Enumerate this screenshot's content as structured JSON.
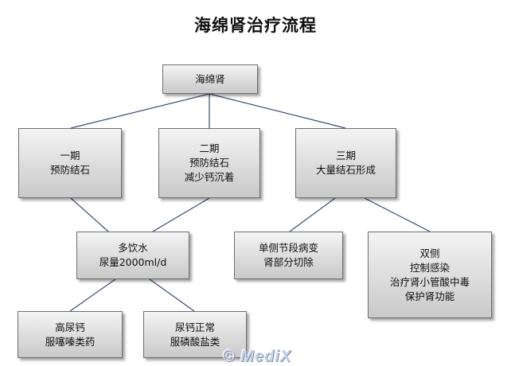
{
  "title": "海绵肾治疗流程",
  "nodes": {
    "root": {
      "lines": [
        "海绵肾"
      ]
    },
    "stage1": {
      "lines": [
        "一期",
        "预防结石"
      ]
    },
    "stage2": {
      "lines": [
        "二期",
        "预防结石",
        "减少钙沉着"
      ]
    },
    "stage3": {
      "lines": [
        "三期",
        "大量结石形成"
      ]
    },
    "drink": {
      "lines": [
        "多饮水",
        "尿量2000ml/d"
      ]
    },
    "unilateral": {
      "lines": [
        "单侧节段病变",
        "肾部分切除"
      ]
    },
    "bilateral": {
      "lines": [
        "双侧",
        "控制感染",
        "治疗肾小管酸中毒",
        "保护肾功能"
      ]
    },
    "high_ca": {
      "lines": [
        "高尿钙",
        "服噻嗪类药"
      ]
    },
    "normal_ca": {
      "lines": [
        "尿钙正常",
        "服磷酸盐类"
      ]
    }
  },
  "watermark": "© MediX",
  "colors": {
    "line": "#3b4a6b",
    "box_border": "#6e6e6e",
    "box_fill_top": "#f4f4f4",
    "box_fill_bottom": "#c9c9c9"
  }
}
